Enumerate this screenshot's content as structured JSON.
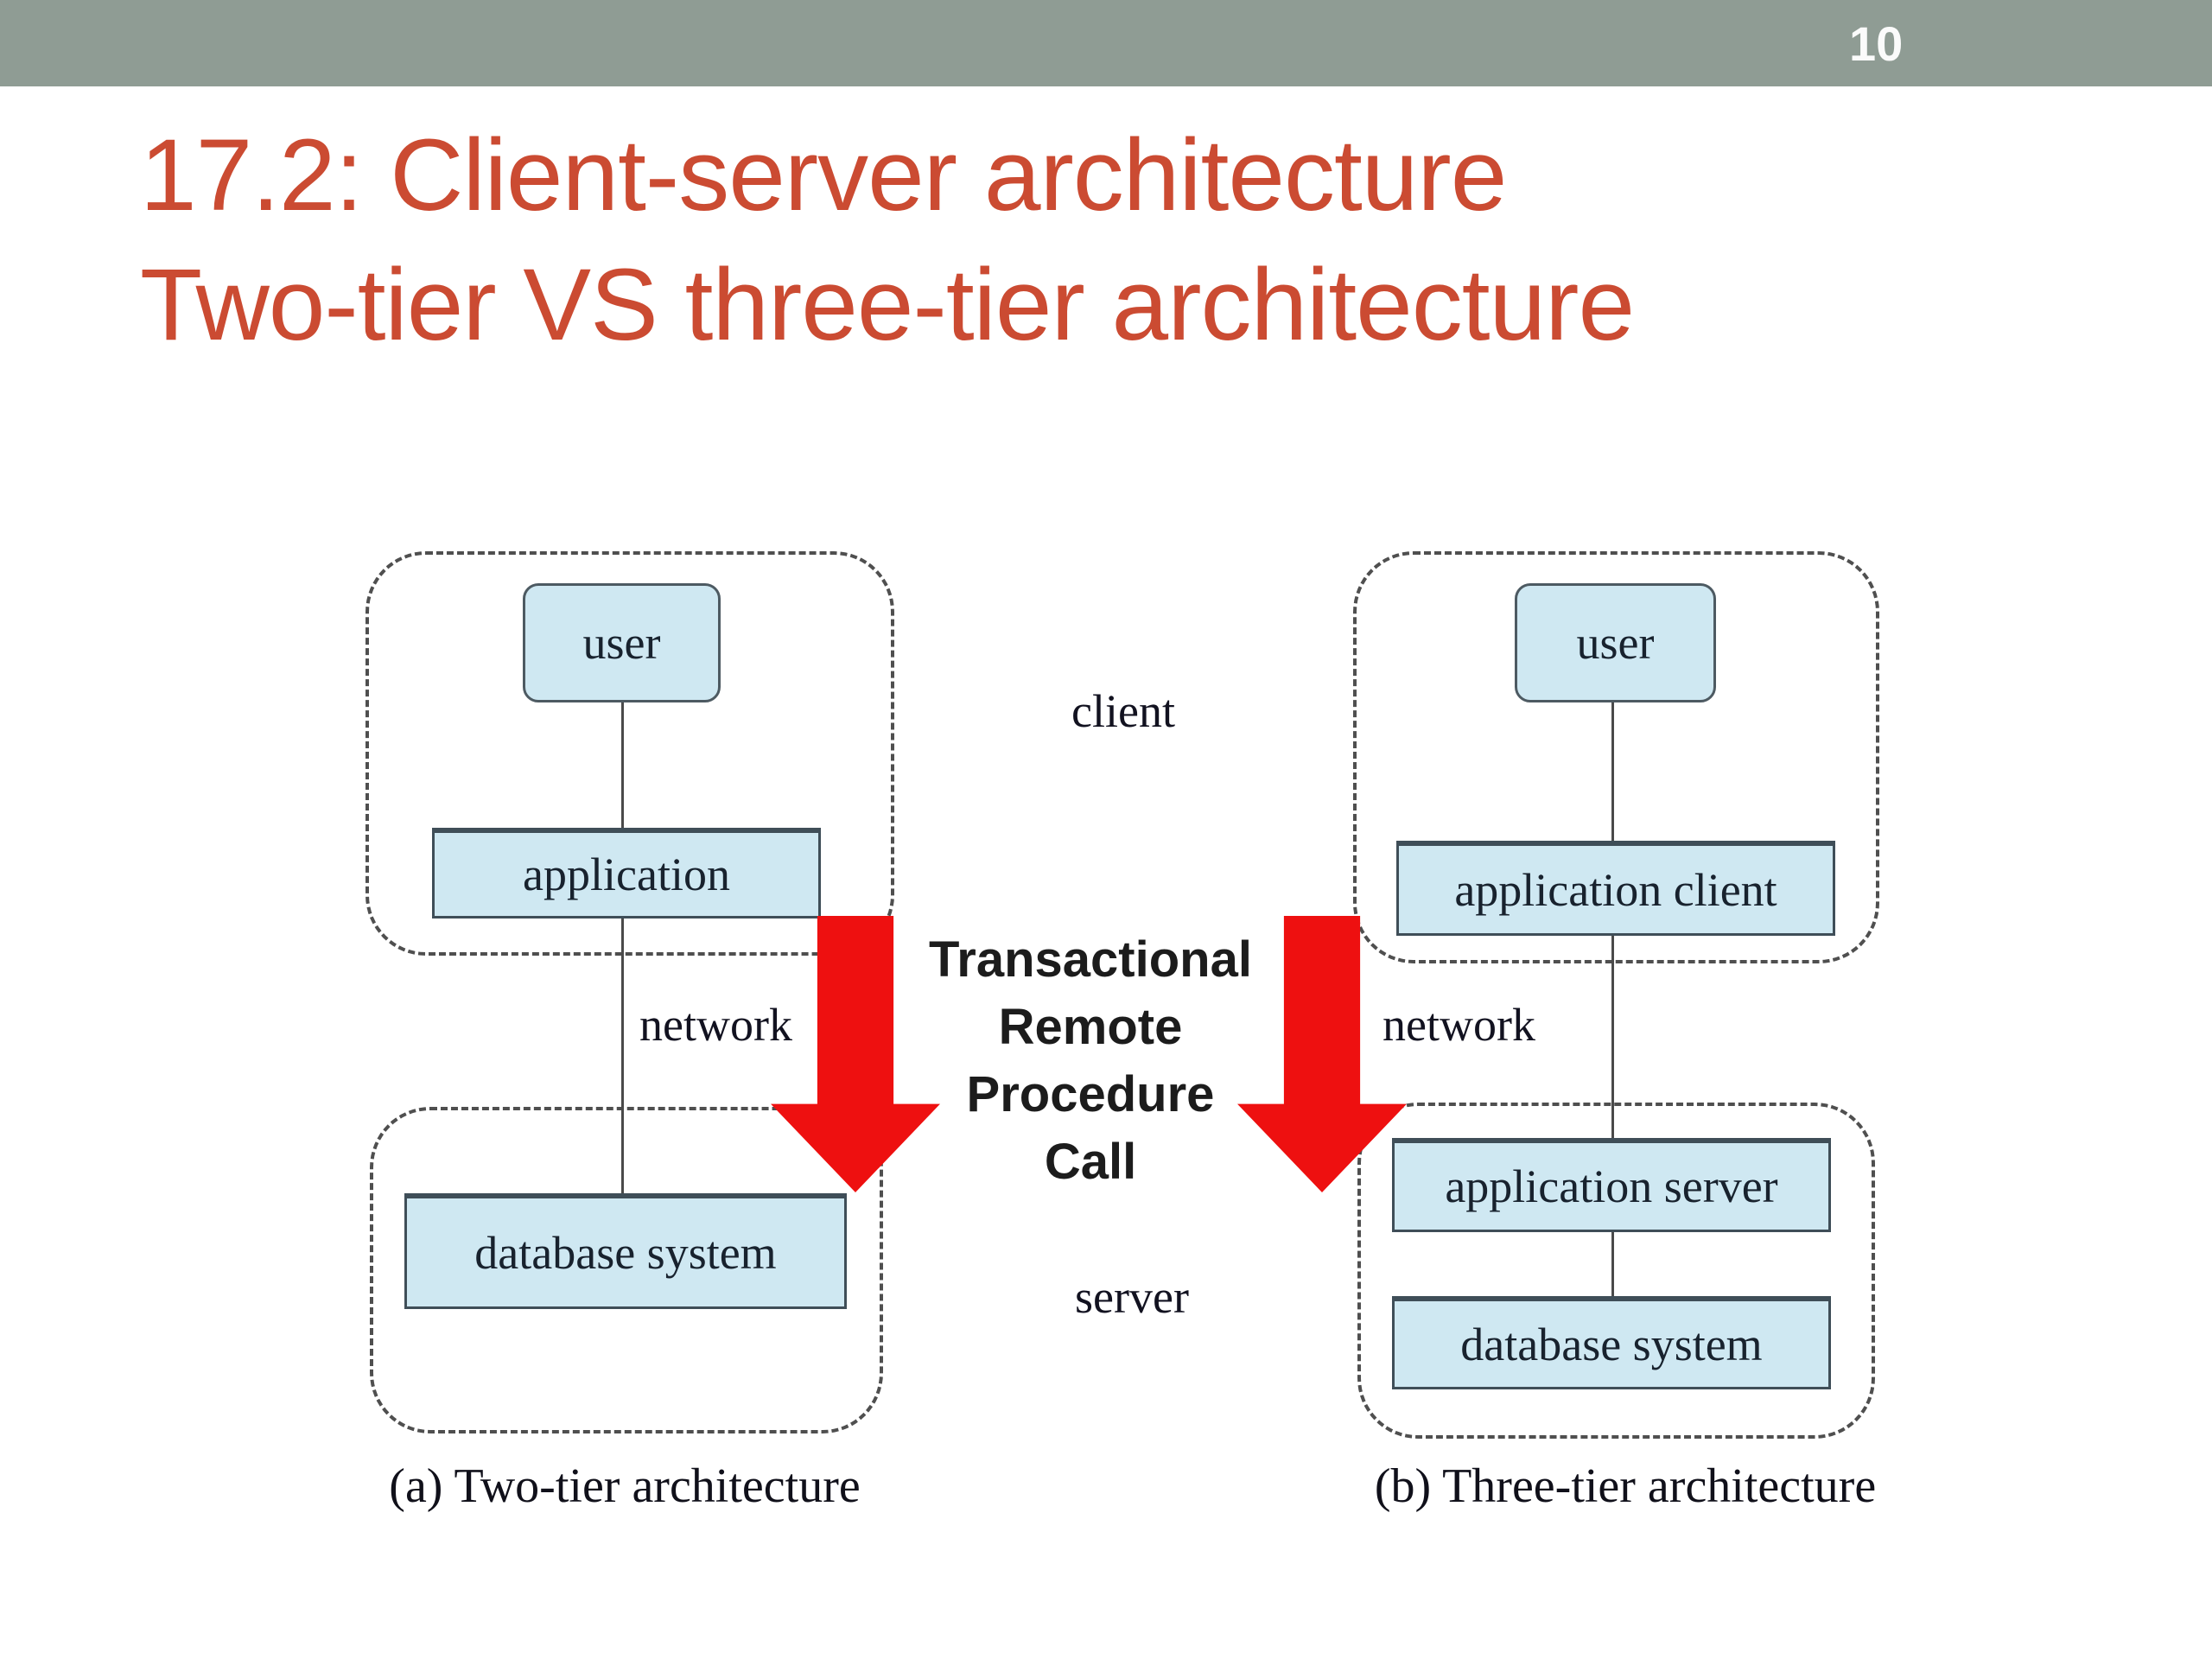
{
  "slide": {
    "page_number": "10",
    "title_line1": "17.2: Client-server architecture",
    "title_line2": "Two-tier VS three-tier architecture"
  },
  "middle": {
    "client_label": "client",
    "server_label": "server",
    "arrow_text": [
      "Transactional",
      "Remote",
      "Procedure",
      "Call"
    ]
  },
  "two_tier": {
    "user": "user",
    "application": "application",
    "network": "network",
    "database": "database system",
    "caption": "(a) Two-tier architecture"
  },
  "three_tier": {
    "user": "user",
    "application_client": "application client",
    "network": "network",
    "application_server": "application server",
    "database": "database system",
    "caption": "(b) Three-tier architecture"
  },
  "colors": {
    "header_bar": "#8f9c94",
    "title": "#cb4b32",
    "box_fill": "#cfe8f2",
    "box_border": "#3f4e58",
    "dashed_border": "#4f4f4f",
    "arrow_red": "#ee1010"
  }
}
